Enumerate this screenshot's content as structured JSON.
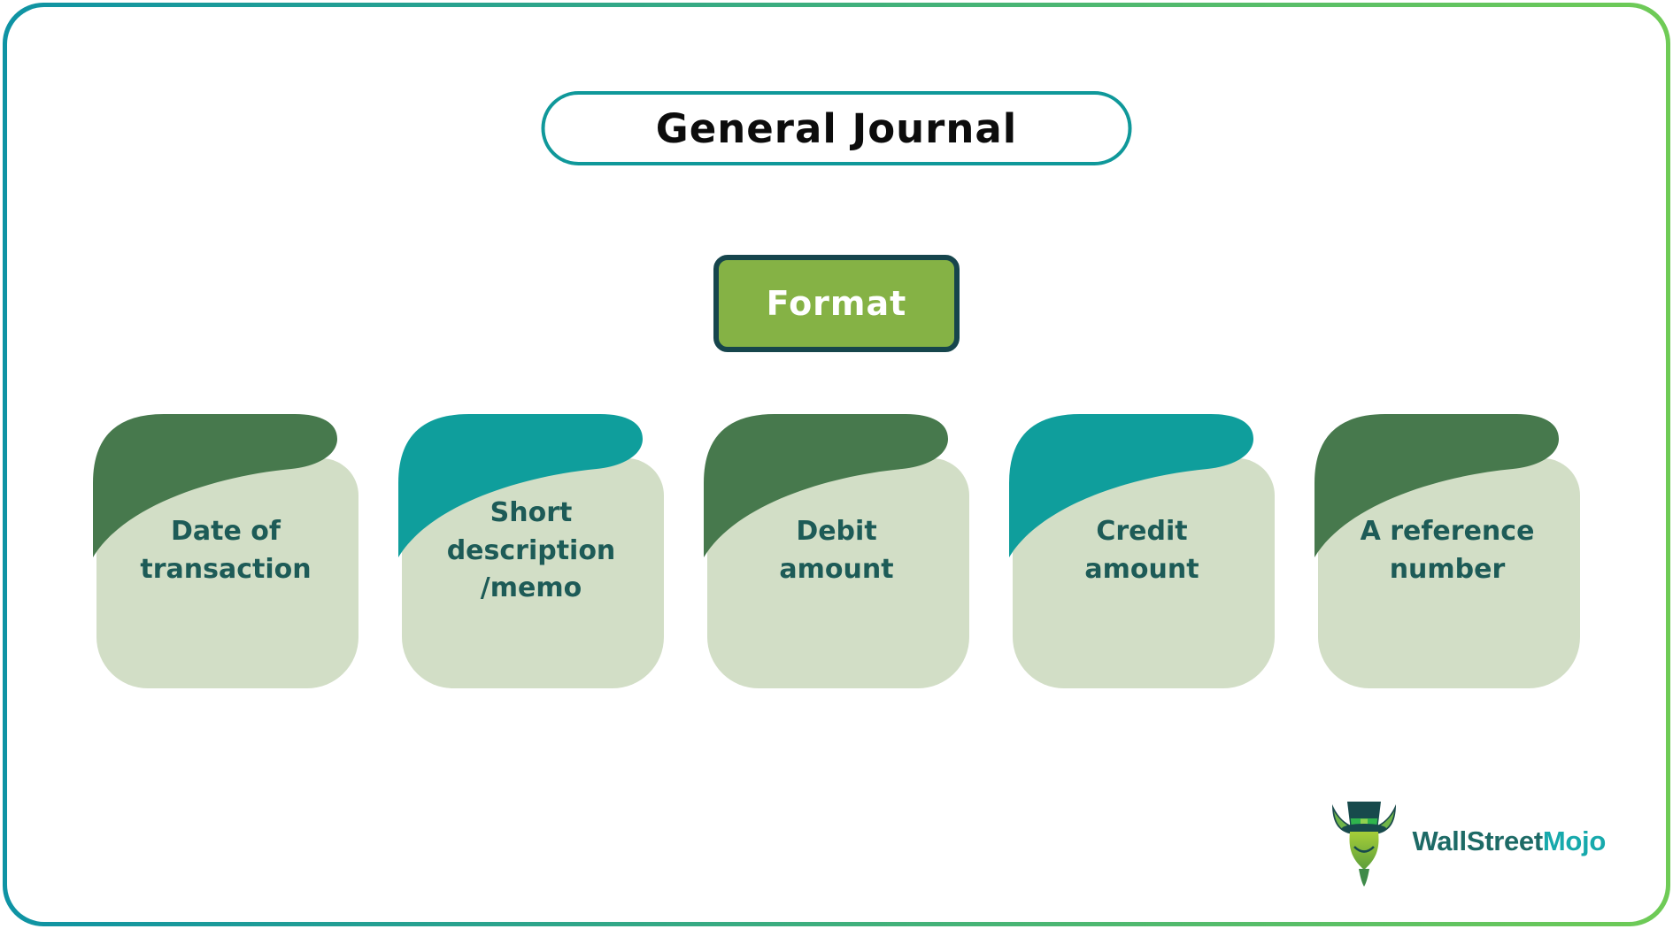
{
  "title": {
    "text": "General Journal",
    "border_color": "#0F989A"
  },
  "format_button": {
    "label": "Format",
    "fill": "#85B245",
    "border": "#16454C",
    "text_color": "#FFFFFF"
  },
  "cards": [
    {
      "label": "Date of\ntransaction",
      "accent": "#47794D"
    },
    {
      "label": "Short\ndescription\n/memo",
      "accent": "#0F9E9C"
    },
    {
      "label": "Debit\namount",
      "accent": "#47794D"
    },
    {
      "label": "Credit\namount",
      "accent": "#0F9E9C"
    },
    {
      "label": "A reference\nnumber",
      "accent": "#47794D"
    }
  ],
  "card_style": {
    "background": "#D2DEC6",
    "text_color": "#1D5B57"
  },
  "frame": {
    "gradient_left": "#0E93A4",
    "gradient_right": "#6FCB56"
  },
  "logo": {
    "part1": "WallStreet",
    "part2": "Mojo",
    "part1_color": "#1D6A66",
    "part2_color": "#17A9AC",
    "mascot": "leprechaun-mascot"
  }
}
